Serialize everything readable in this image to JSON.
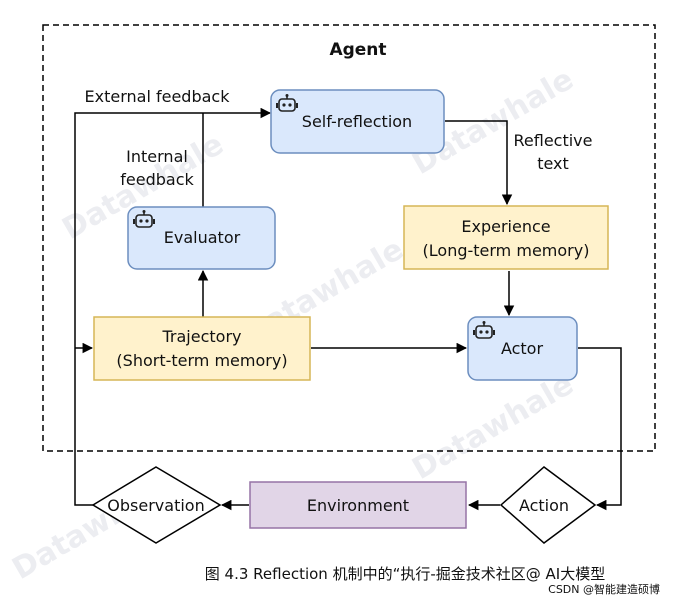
{
  "diagram": {
    "agent_title": "Agent",
    "nodes": {
      "self_reflection": "Self-reflection",
      "evaluator": "Evaluator",
      "experience_line1": "Experience",
      "experience_line2": "(Long-term memory)",
      "trajectory_line1": "Trajectory",
      "trajectory_line2": "(Short-term memory)",
      "actor": "Actor",
      "environment": "Environment",
      "observation": "Observation",
      "action": "Action"
    },
    "labels": {
      "external_feedback": "External feedback",
      "internal_feedback_line1": "Internal",
      "internal_feedback_line2": "feedback",
      "reflective_text_line1": "Reflective",
      "reflective_text_line2": "text"
    },
    "colors": {
      "blue_fill": "#dae8fc",
      "blue_stroke": "#6c8ebf",
      "yellow_fill": "#fff2cc",
      "yellow_stroke": "#d6b656",
      "purple_fill": "#e1d5e7",
      "purple_stroke": "#9673a6"
    }
  },
  "caption": "图 4.3 Reflection 机制中的“执行-掘金技术社区@ AI大模型",
  "credit": "CSDN @智能建造硕博",
  "watermark": "Datawhale"
}
